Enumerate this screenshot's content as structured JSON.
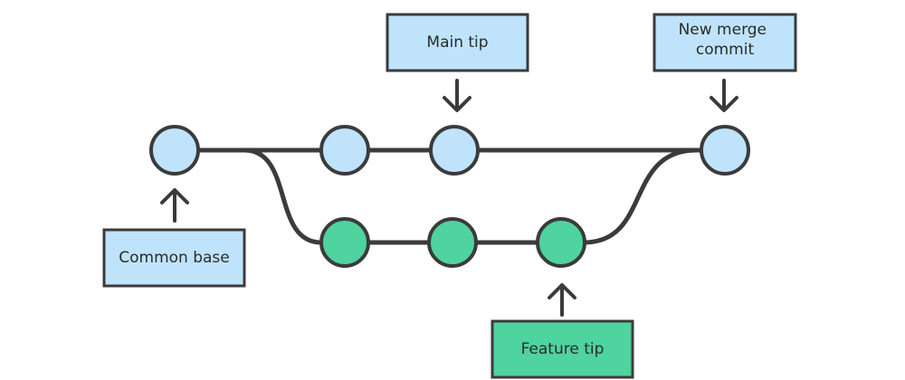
{
  "labels": {
    "main_tip": "Main tip",
    "new_merge_commit": [
      "New merge",
      "commit"
    ],
    "common_base": "Common base",
    "feature_tip": "Feature tip"
  },
  "colors": {
    "main_commit_fill": "#bfe3fb",
    "feature_commit_fill": "#4fd39f",
    "line": "#3b3b3b",
    "main_label_fill": "#bfe3fb",
    "feature_label_fill": "#4fd39f"
  },
  "icons": {
    "pointer": "arrow-icon"
  }
}
